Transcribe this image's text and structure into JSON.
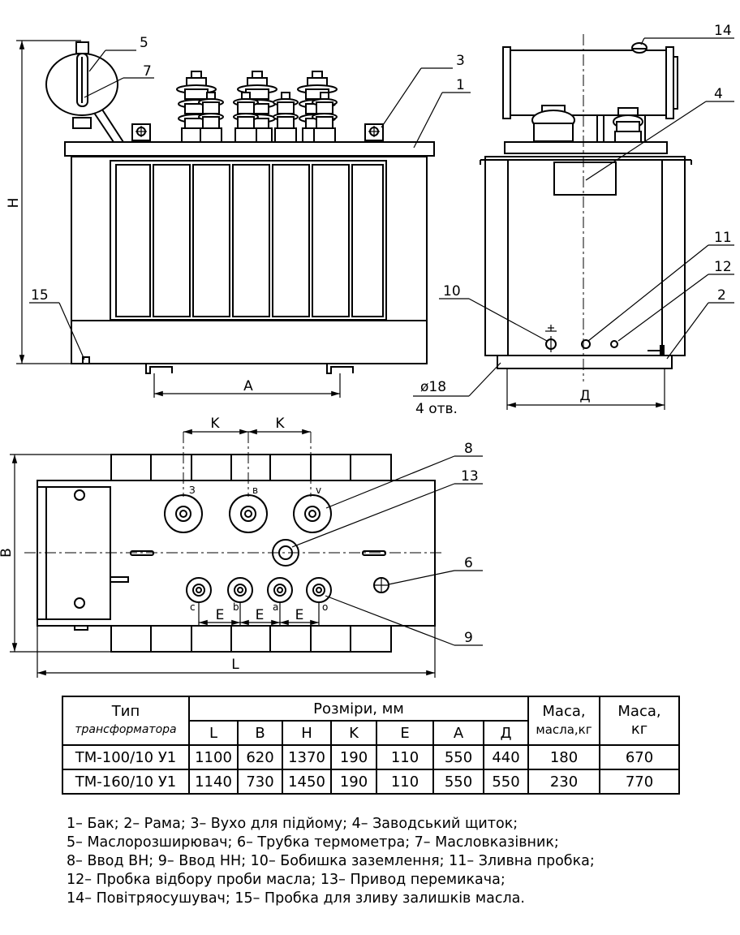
{
  "callouts": {
    "c1": "1",
    "c2": "2",
    "c3": "3",
    "c4": "4",
    "c5": "5",
    "c6": "6",
    "c7": "7",
    "c8": "8",
    "c9": "9",
    "c10": "10",
    "c11": "11",
    "c12": "12",
    "c13": "13",
    "c14": "14",
    "c15": "15"
  },
  "dimensions": {
    "H": "H",
    "A": "A",
    "D": "Д",
    "B": "B",
    "L": "L",
    "K": "K",
    "E": "E",
    "hole": "ø18",
    "holes_count": "4 отв."
  },
  "terminals": {
    "hv": [
      "З",
      "в",
      "v"
    ],
    "lv": [
      "c",
      "b",
      "a",
      "o"
    ]
  },
  "table": {
    "header_type_line1": "Тип",
    "header_type_line2": "трансформатора",
    "header_sizes": "Розміри, мм",
    "header_oil_mass_line1": "Маса,",
    "header_oil_mass_line2": "масла,кг",
    "header_mass_line1": "Маса,",
    "header_mass_line2": "кг",
    "columns": [
      "L",
      "B",
      "H",
      "K",
      "E",
      "A",
      "Д"
    ],
    "rows": [
      {
        "type": "ТМ-100/10 У1",
        "values": [
          "1100",
          "620",
          "1370",
          "190",
          "110",
          "550",
          "440"
        ],
        "oil_mass": "180",
        "mass": "670"
      },
      {
        "type": "ТМ-160/10 У1",
        "values": [
          "1140",
          "730",
          "1450",
          "190",
          "110",
          "550",
          "550"
        ],
        "oil_mass": "230",
        "mass": "770"
      }
    ]
  },
  "legend": [
    "1– Бак; 2– Рама; 3– Вухо для підйому; 4– Заводський щиток;",
    "5– Маслорозширювач; 6– Трубка термометра; 7– Масловказівник;",
    "8– Ввод ВН; 9– Ввод НН; 10– Бобишка заземлення; 11– Зливна пробка;",
    "12– Пробка відбору проби масла; 13– Привод перемикача;",
    "14– Повітряосушувач; 15– Пробка для зливу залишків масла."
  ]
}
